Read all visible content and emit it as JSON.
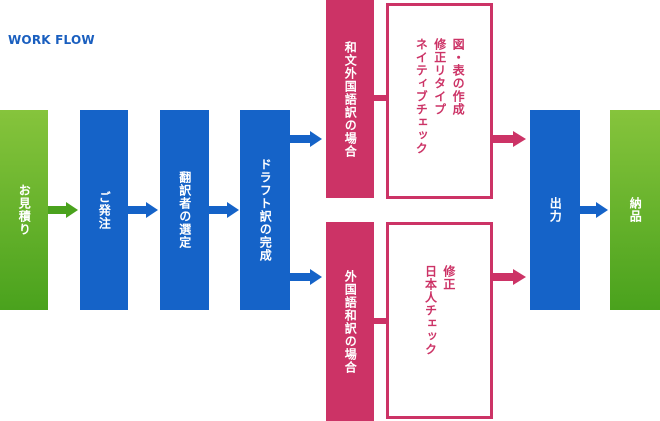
{
  "header": {
    "title": "WORK FLOW"
  },
  "steps": {
    "estimate": "お見積り",
    "order": "ご発注",
    "selection": "翻訳者の選定",
    "draft": "ドラフト訳の完成",
    "output": "出力",
    "delivery": "納品"
  },
  "branches": {
    "ja_to_foreign": {
      "label": "和文外国語訳の場合",
      "tasks": [
        "図・表の作成",
        "修正リタイプ",
        "ネイティブチェック"
      ]
    },
    "foreign_to_ja": {
      "label": "外国語和訳の場合",
      "tasks": [
        "修正",
        "日本人チェック"
      ]
    }
  },
  "colors": {
    "green": "#4aa21d",
    "blue": "#1563c8",
    "pink": "#cc3366",
    "title": "#1a5fbf"
  }
}
